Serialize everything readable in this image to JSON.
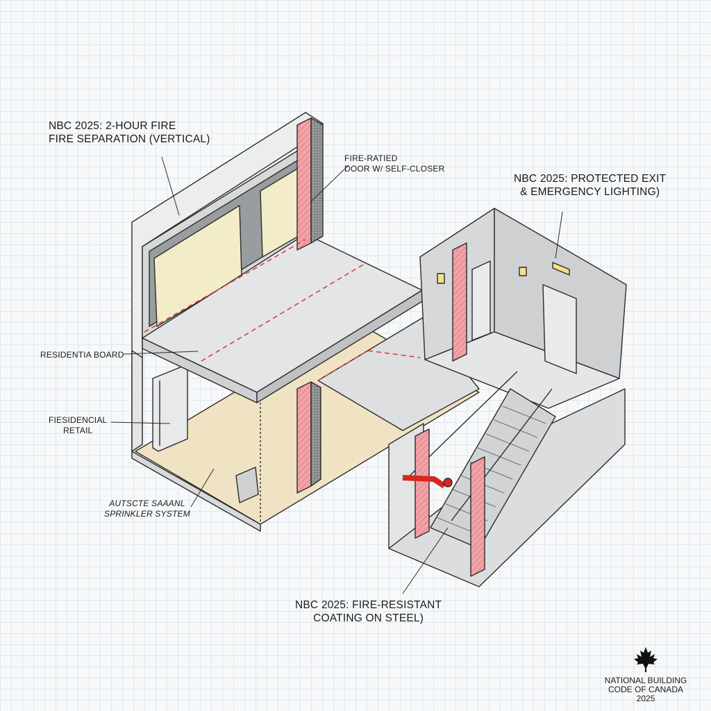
{
  "callouts": {
    "two_hour": [
      "NBC 2025: 2-HOUR FIRE",
      "FIRE SEPARATION (VERTICAL)"
    ],
    "fire_door": [
      "FIRE-RATIED",
      "DOOR W/ SELF-CLOSER"
    ],
    "protected_exit": [
      "NBC 2025: PROTECTED EXIT",
      "& EMERGENCY LIGHTING)"
    ],
    "board": [
      "RESIDENTIA BOARD"
    ],
    "residential_retail": [
      "FIESIDENCIAL",
      "RETAIL"
    ],
    "sprinkler": [
      "AUTSCTE SAAANL",
      "SPRINKLER SYSTEM"
    ],
    "coating": [
      "NBC 2025: FIRE-RESISTANT",
      "COATING ON STEEL)"
    ]
  },
  "logo": {
    "icon": "maple-leaf-icon",
    "lines": [
      "NATIONAL BUILDING",
      "CODE OF CANADA",
      "2025"
    ]
  },
  "colors": {
    "steel_column": "#f1a3a8",
    "fire_line": "#e23b3b",
    "sprinkler_pipe": "#d9261e",
    "floor_tint": "#efe3c3",
    "board_tint": "#f3ecc9",
    "wall": "#e9eaeb",
    "outline": "#2b2b2b"
  }
}
